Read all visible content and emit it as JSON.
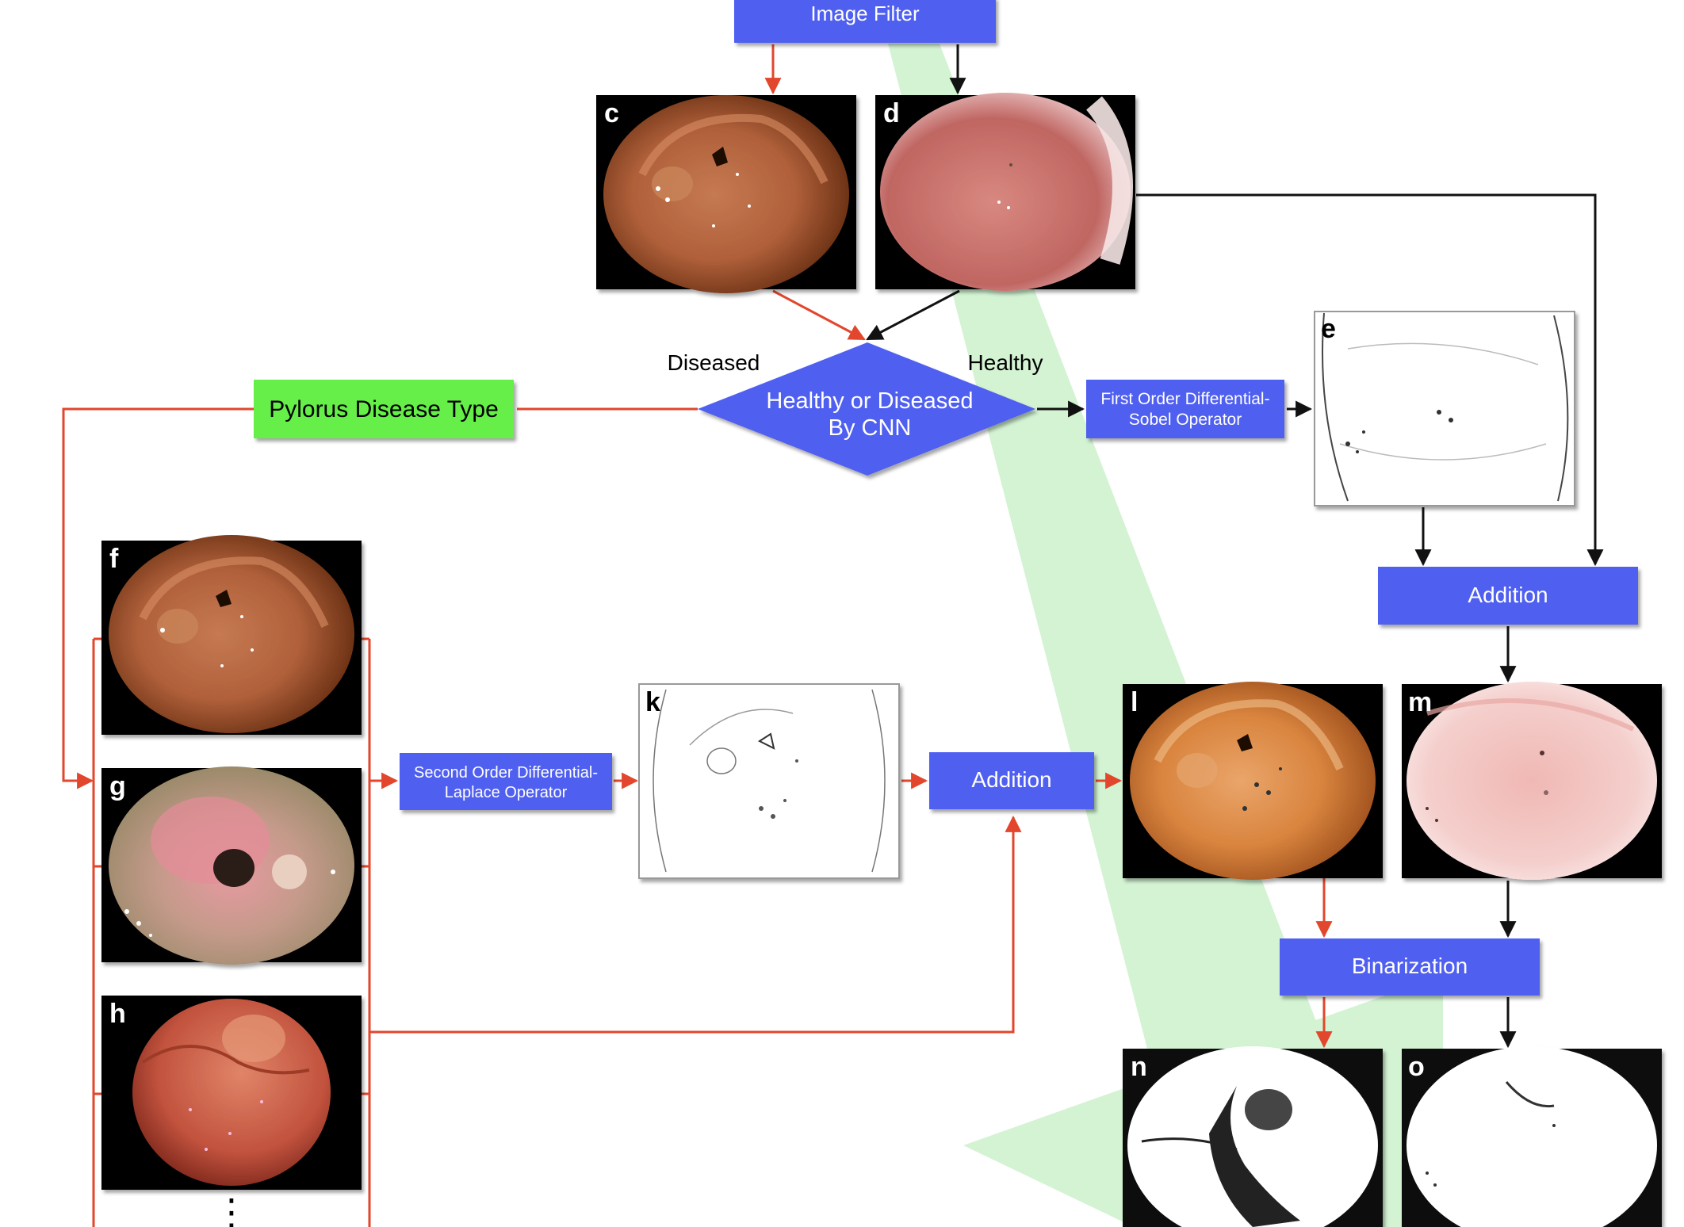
{
  "nodes": {
    "image_filter": "Image Filter",
    "cnn_line1": "Healthy or Diseased",
    "cnn_line2": "By CNN",
    "diseased": "Diseased",
    "healthy": "Healthy",
    "pylorus": "Pylorus Disease Type",
    "sobel_line1": "First Order Differential-",
    "sobel_line2": "Sobel Operator",
    "laplace_line1": "Second Order Differential-",
    "laplace_line2": "Laplace Operator",
    "addition_top": "Addition",
    "addition_mid": "Addition",
    "binarization": "Binarization"
  },
  "panels": {
    "c": "c",
    "d": "d",
    "e": "e",
    "f": "f",
    "g": "g",
    "h": "h",
    "k": "k",
    "l": "l",
    "m": "m",
    "n": "n",
    "o": "o"
  },
  "ellipsis": "⋮",
  "colors": {
    "process_box": "#4f5ff0",
    "decision": "#4f5ff0",
    "disease_type_box": "#66ee4a",
    "diseased_path": "#e2462c",
    "healthy_path": "#111111",
    "background_band": "#d3f3d3"
  }
}
